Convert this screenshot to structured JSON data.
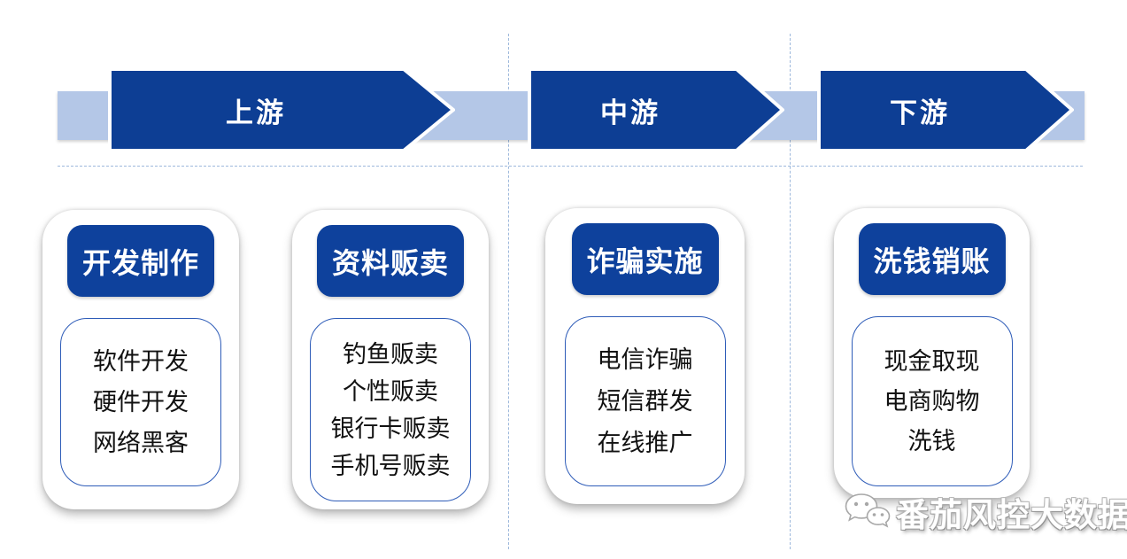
{
  "palette": {
    "arrow_blue": "#0d3e94",
    "badge_blue": "#0e419c",
    "band_light_blue": "#b4c7e7",
    "guide_line_blue": "#9db8dc",
    "inner_border_blue": "#2e5cb8",
    "item_text": "#111111",
    "background": "#ffffff"
  },
  "stages": [
    {
      "label": "上游"
    },
    {
      "label": "中游"
    },
    {
      "label": "下游"
    }
  ],
  "cards": [
    {
      "title": "开发制作",
      "items": [
        "软件开发",
        "硬件开发",
        "网络黑客"
      ]
    },
    {
      "title": "资料贩卖",
      "items": [
        "钓鱼贩卖",
        "个性贩卖",
        "银行卡贩卖",
        "手机号贩卖"
      ]
    },
    {
      "title": "诈骗实施",
      "items": [
        "电信诈骗",
        "短信群发",
        "在线推广"
      ]
    },
    {
      "title": "洗钱销账",
      "items": [
        "现金取现",
        "电商购物",
        "洗钱"
      ]
    }
  ],
  "watermark": {
    "icon": "wechat-icon",
    "text": "番茄风控大数据"
  }
}
